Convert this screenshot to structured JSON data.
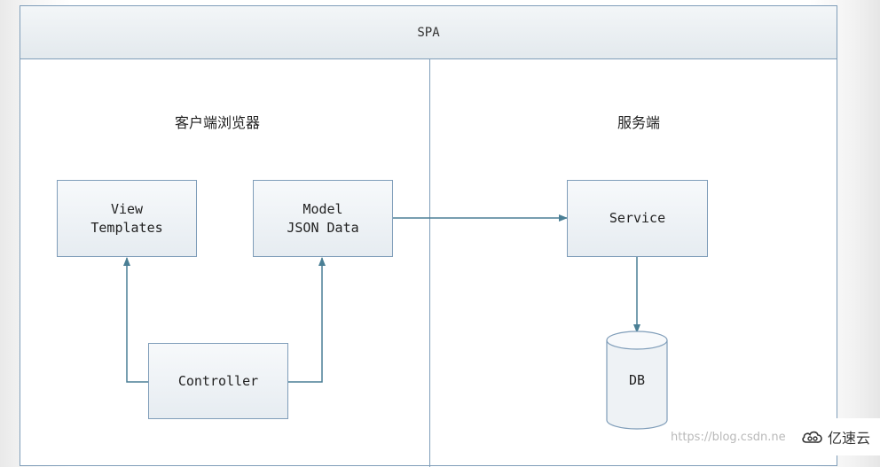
{
  "diagram": {
    "title": "SPA",
    "client_label": "客户端浏览器",
    "server_label": "服务端",
    "nodes": {
      "view_templates": [
        "View",
        "Templates"
      ],
      "model_json_data": [
        "Model",
        "JSON Data"
      ],
      "controller": "Controller",
      "service": "Service",
      "db": "DB"
    },
    "edges": [
      {
        "from": "controller",
        "to": "view_templates"
      },
      {
        "from": "controller",
        "to": "model_json_data"
      },
      {
        "from": "model_json_data",
        "to": "service"
      },
      {
        "from": "service",
        "to": "db"
      }
    ],
    "colors": {
      "border": "#7f9db9",
      "arrow": "#4a7f95",
      "box_top": "#f7f9fb",
      "box_bottom": "#e6ecf1"
    }
  },
  "watermark": {
    "url_text": "https://blog.csdn.ne",
    "brand_text": "亿速云",
    "brand_icon": "cloud-logo-icon"
  }
}
